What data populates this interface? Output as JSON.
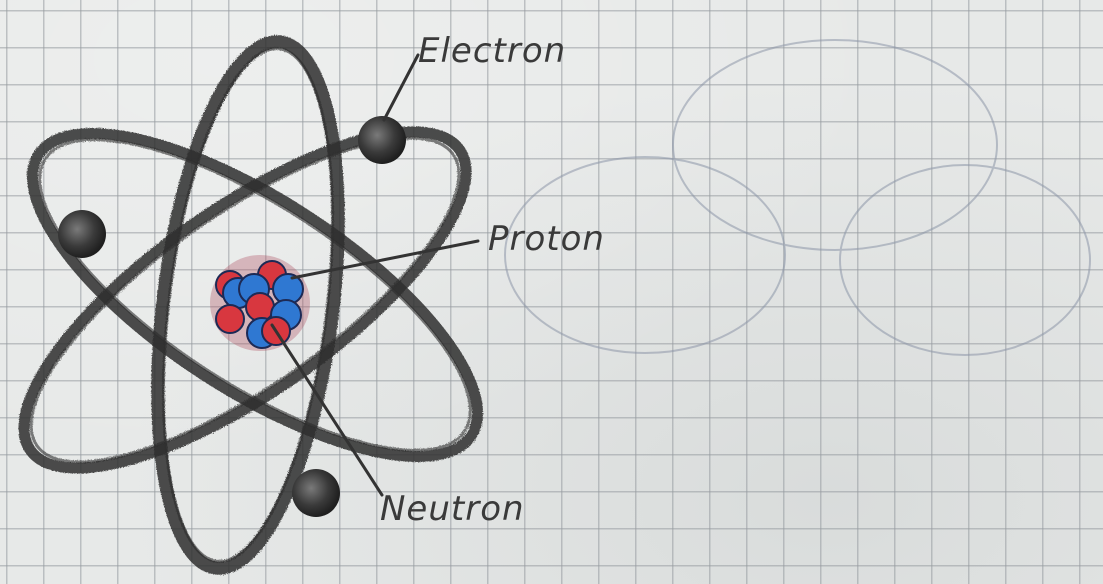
{
  "labels": {
    "electron": "Electron",
    "proton": "Proton",
    "neutron": "Neutron"
  },
  "colors": {
    "paper": "#e7e9e8",
    "grid": "#969ba0",
    "pencil": "#2e2e2e",
    "proton": "#d8373f",
    "neutron": "#2f78d2",
    "faint_pencil": "#8c96a8"
  },
  "nucleus": {
    "particles": [
      {
        "type": "proton"
      },
      {
        "type": "neutron"
      },
      {
        "type": "proton"
      },
      {
        "type": "neutron"
      },
      {
        "type": "neutron"
      },
      {
        "type": "proton"
      },
      {
        "type": "proton"
      },
      {
        "type": "neutron"
      },
      {
        "type": "neutron"
      },
      {
        "type": "proton"
      }
    ]
  }
}
